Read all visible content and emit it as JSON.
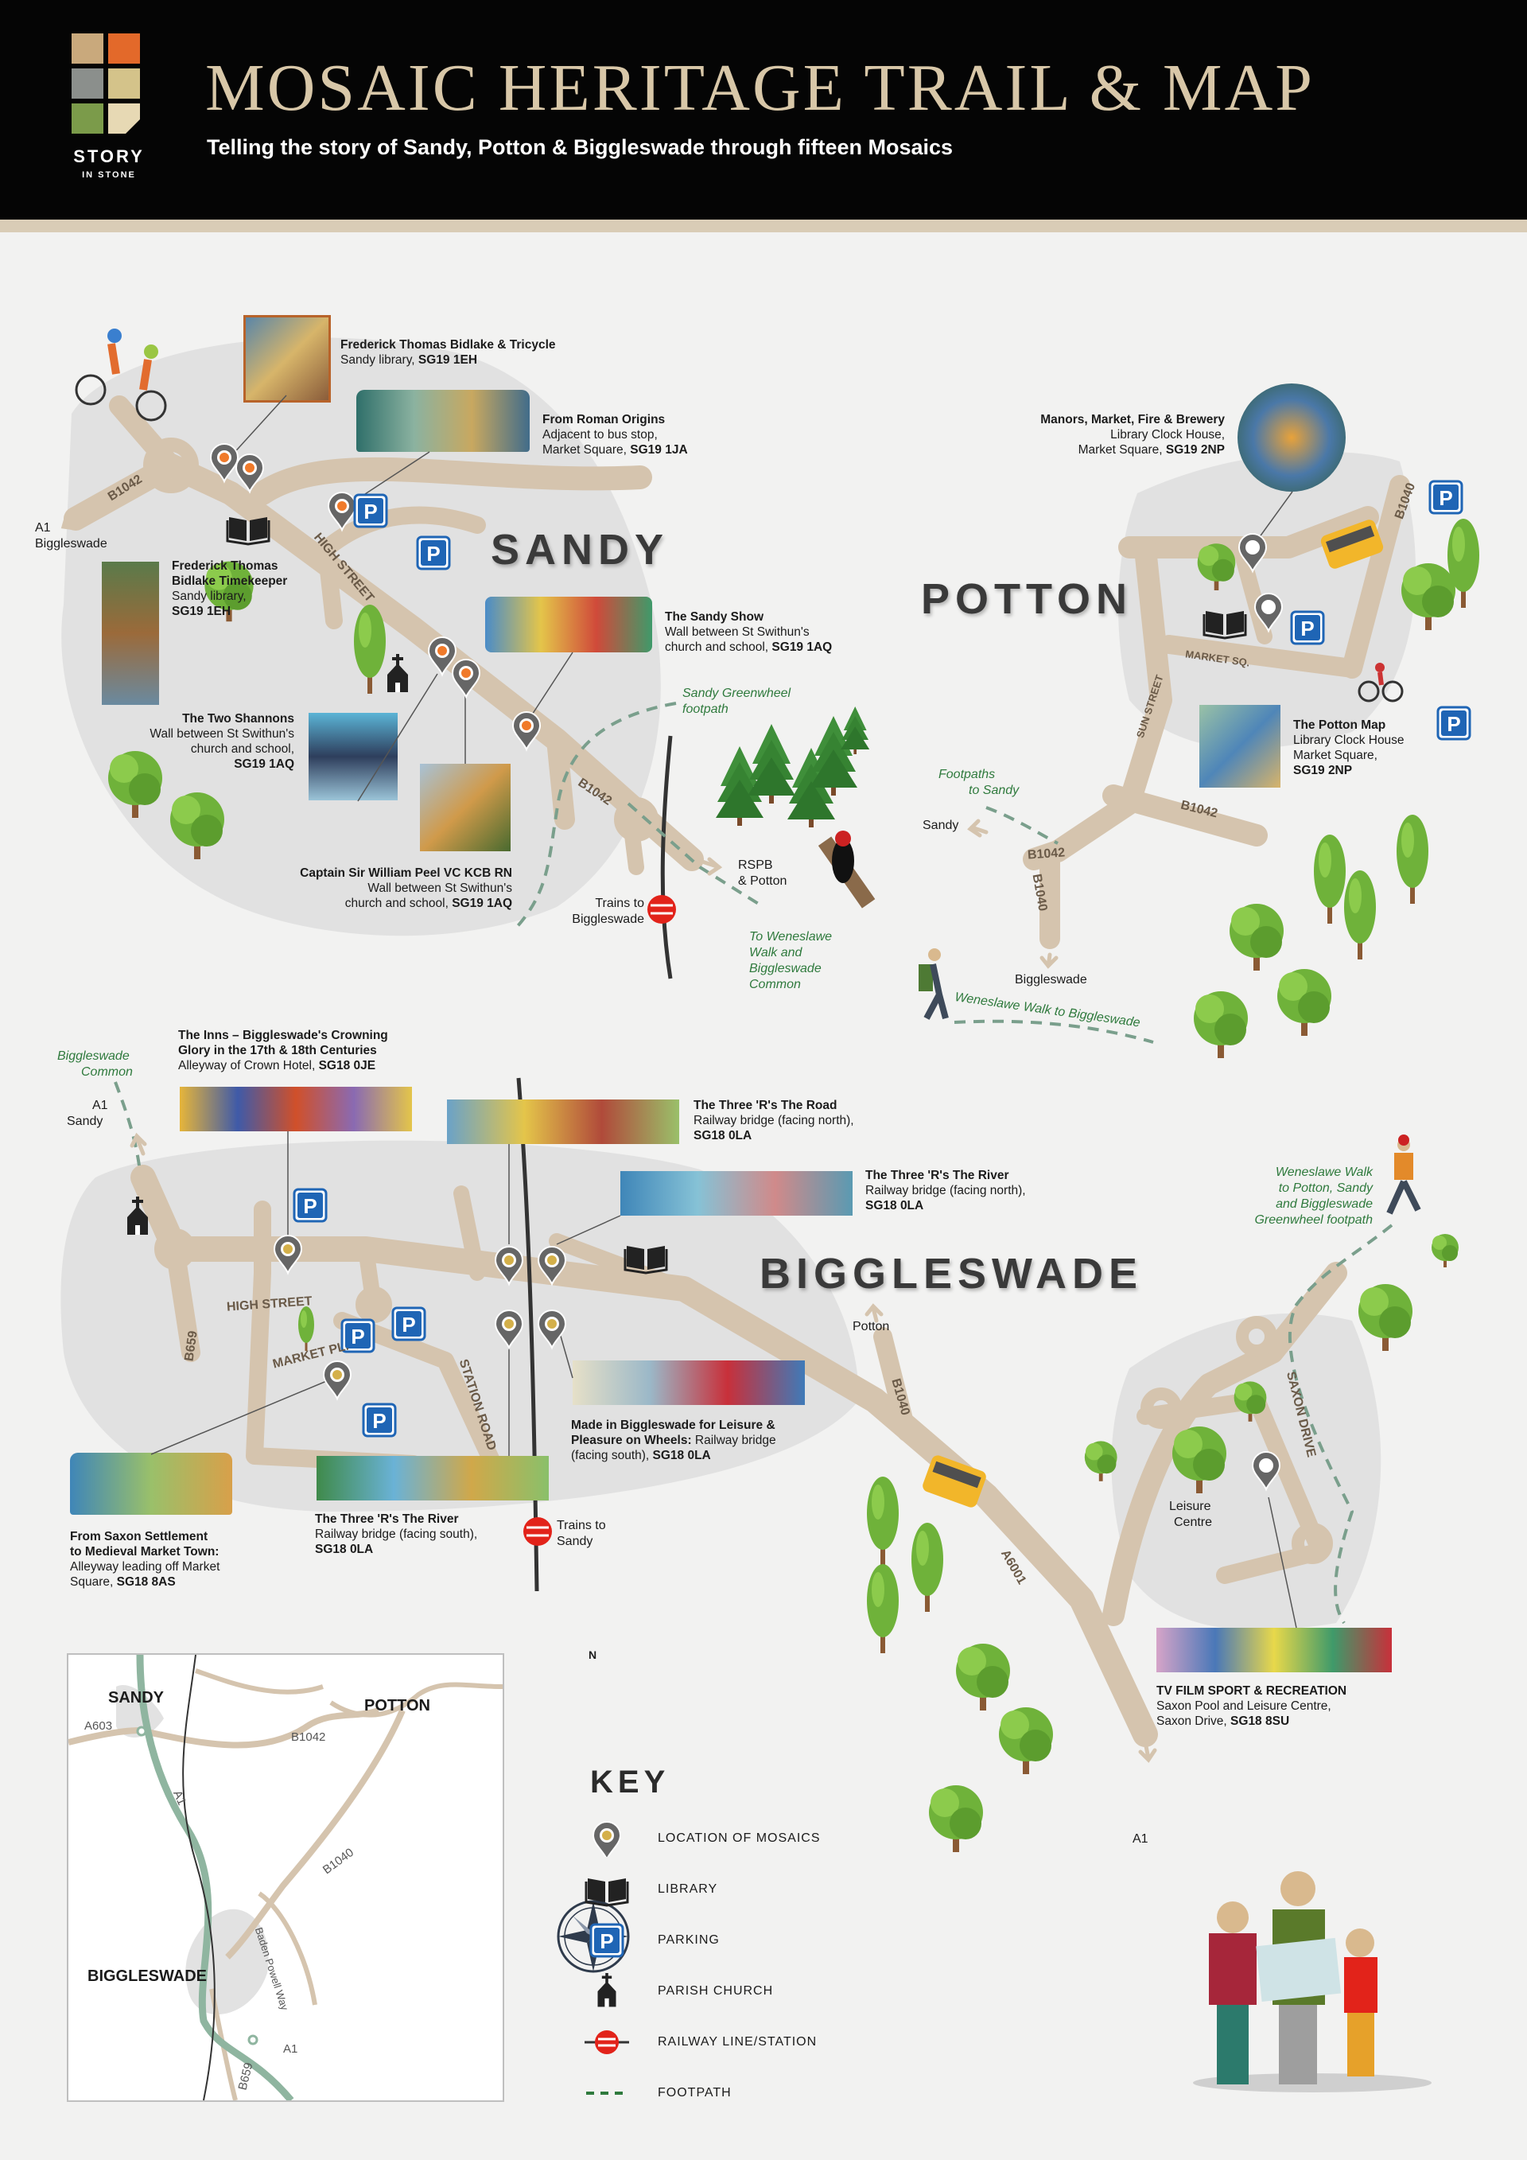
{
  "header": {
    "logo_text_top": "STORY",
    "logo_text_bottom": "IN STONE",
    "title": "MOSAIC HERITAGE TRAIL & MAP",
    "subtitle": "Telling the story of Sandy, Potton & Biggleswade through fifteen Mosaics"
  },
  "colors": {
    "header_bg": "#050505",
    "title": "#d8c7a8",
    "road": "#d5c4ae",
    "area": "#dedede",
    "marker": "#6c6c6c",
    "mosaic_dot_sandy": "#f07a2a",
    "mosaic_dot_bigg": "#d4b04a",
    "parking": "#1f65b5",
    "rail_red": "#e2231a",
    "footpath": "#7a9f8c",
    "tree": "#6fb23a"
  },
  "towns": {
    "sandy": "SANDY",
    "potton": "POTTON",
    "biggleswade": "BIGGLESWADE"
  },
  "roads": {
    "b1042_sandy_west": "B1042",
    "high_street_sandy": "HIGH STREET",
    "b1042_sandy_east": "B1042",
    "b1040_potton": "B1040",
    "market_sq": "MARKET SQ.",
    "sun_street": "SUN STREET",
    "b1042_potton": "B1042",
    "b1042_potton_south": "B1042",
    "b1040_potton_south": "B1040",
    "high_street_bigg": "HIGH STREET",
    "b659": "B659",
    "market_pl": "MARKET PL.",
    "station_road": "STATION ROAD",
    "b1040_bigg": "B1040",
    "a6001": "A6001",
    "saxon_drive": "SAXON DRIVE"
  },
  "places": {
    "a1_biggleswade": [
      "A1",
      "Biggleswade"
    ],
    "trains_to_biggleswade": [
      "Trains to",
      "Biggleswade"
    ],
    "rspb": [
      "RSPB",
      "& Potton"
    ],
    "sandy_from_potton": "Sandy",
    "biggleswade_from_potton": "Biggleswade",
    "a1_sandy": [
      "A1",
      "Sandy"
    ],
    "potton_from_bigg": "Potton",
    "trains_to_sandy": [
      "Trains to",
      "Sandy"
    ],
    "leisure_centre": [
      "Leisure",
      "Centre"
    ],
    "a1_south": "A1"
  },
  "footpaths": {
    "sandy_greenwheel": [
      "Sandy Greenwheel",
      "footpath"
    ],
    "to_weneslawe": [
      "To Weneslawe",
      "Walk and",
      "Biggleswade",
      "Common"
    ],
    "footpaths_to_sandy": [
      "Footpaths",
      "to Sandy"
    ],
    "weneslawe_to_bigg": "Weneslawe Walk to Biggleswade",
    "biggleswade_common": [
      "Biggleswade",
      "Common"
    ],
    "weneslawe_potton": [
      "Weneslawe Walk",
      "to Potton, Sandy",
      "and Biggleswade",
      "Greenwheel footpath"
    ]
  },
  "mosaics": {
    "bidlake_tricycle": {
      "title": "Frederick Thomas Bidlake & Tricycle",
      "line1": "Sandy library, ",
      "code": "SG19 1EH"
    },
    "roman_origins": {
      "title": "From Roman Origins",
      "line1": "Adjacent to bus stop,",
      "line2": "Market Square, ",
      "code": "SG19 1JA"
    },
    "bidlake_timekeeper": {
      "title1": "Frederick Thomas",
      "title2": "Bidlake Timekeeper",
      "line1": "Sandy library,",
      "code": "SG19 1EH"
    },
    "sandy_show": {
      "title": "The Sandy Show",
      "line1": "Wall between St Swithun's",
      "line2": "church and school, ",
      "code": "SG19 1AQ"
    },
    "two_shannons": {
      "title": "The Two Shannons",
      "line1": "Wall between St Swithun's",
      "line2": "church and school,",
      "code": "SG19 1AQ"
    },
    "william_peel": {
      "title": "Captain Sir William Peel VC KCB RN",
      "line1": "Wall between St Swithun's",
      "line2": "church and school, ",
      "code": "SG19 1AQ"
    },
    "manors": {
      "title": "Manors, Market, Fire & Brewery",
      "line1": "Library Clock House,",
      "line2": "Market Square, ",
      "code": "SG19 2NP"
    },
    "potton_map": {
      "title": "The Potton Map",
      "line1": "Library Clock House",
      "line2": "Market Square,",
      "code": "SG19 2NP"
    },
    "inns": {
      "title1": "The Inns – Biggleswade's Crowning",
      "title2": "Glory in the 17th & 18th Centuries",
      "line1": "Alleyway of Crown Hotel, ",
      "code": "SG18 0JE"
    },
    "three_rs_road": {
      "title": "The Three 'R's The Road",
      "line1": "Railway bridge (facing north),",
      "code": "SG18 0LA"
    },
    "three_rs_river_north": {
      "title": "The Three 'R's The River",
      "line1": "Railway bridge (facing north),",
      "code": "SG18 0LA"
    },
    "leisure_wheels": {
      "title1": "Made in Biggleswade for Leisure &",
      "title2": "Pleasure on Wheels:",
      "line1a": " Railway bridge",
      "line2": "(facing south), ",
      "code": "SG18 0LA"
    },
    "saxon_settlement": {
      "title1": "From Saxon Settlement",
      "title2": "to Medieval Market Town:",
      "line1": "Alleyway leading off Market",
      "line2": "Square, ",
      "code": "SG18 8AS"
    },
    "three_rs_river_south": {
      "title": "The Three 'R's The River",
      "line1": "Railway bridge (facing south),",
      "code": "SG18 0LA"
    },
    "tv_film_sport": {
      "title": "TV FILM SPORT & RECREATION",
      "line1": "Saxon Pool and Leisure Centre,",
      "line2": "Saxon Drive, ",
      "code": "SG18 8SU"
    }
  },
  "compass": {
    "north": "N"
  },
  "key": {
    "title": "KEY",
    "items": [
      {
        "icon": "mosaic-marker-icon",
        "label": "LOCATION OF MOSAICS"
      },
      {
        "icon": "library-book-icon",
        "label": "LIBRARY"
      },
      {
        "icon": "parking-icon",
        "label": "PARKING"
      },
      {
        "icon": "church-icon",
        "label": "PARISH CHURCH"
      },
      {
        "icon": "railway-station-icon",
        "label": "RAILWAY LINE/STATION"
      },
      {
        "icon": "footpath-icon",
        "label": "FOOTPATH"
      }
    ]
  },
  "inset_map": {
    "sandy": "SANDY",
    "potton": "POTTON",
    "biggleswade": "BIGGLESWADE",
    "a603": "A603",
    "b1042": "B1042",
    "a1_north": "A1",
    "b1040": "B1040",
    "baden_powell_way": "Baden Powell Way",
    "a1_south": "A1",
    "b659": "B659"
  }
}
